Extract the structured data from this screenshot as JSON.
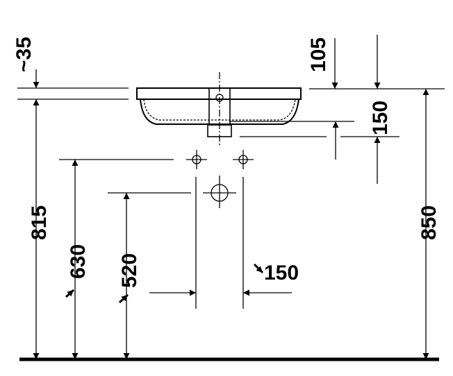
{
  "dimensions": {
    "approx_rim": "~35",
    "top_to_tap": "105",
    "bowl_depth": "150",
    "floor_to_rim_left": "815",
    "floor_to_rim_right": "850",
    "floor_to_supply": "630",
    "floor_to_waste": "520",
    "waste_width": "150"
  },
  "colors": {
    "line": "#000000",
    "background": "#ffffff"
  }
}
